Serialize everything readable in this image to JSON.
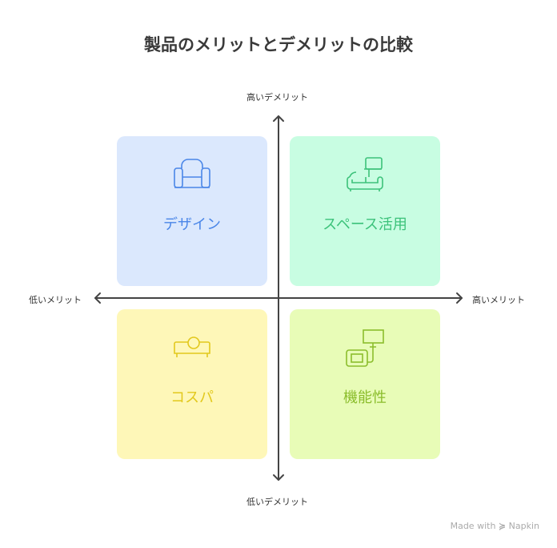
{
  "title": "製品のメリットとデメリットの比較",
  "axes": {
    "top": "高いデメリット",
    "bottom": "低いデメリット",
    "left": "低いメリット",
    "right": "高いメリット"
  },
  "quadrants": [
    {
      "label": "デザイン",
      "icon": "armchair-icon",
      "color": "#4a86e8",
      "bg": "#dbe8fd"
    },
    {
      "label": "スペース活用",
      "icon": "sofa-lamp-icon",
      "color": "#3cc27a",
      "bg": "#c8fde2"
    },
    {
      "label": "コスパ",
      "icon": "sofa-icon",
      "color": "#e2c81c",
      "bg": "#fef7b8"
    },
    {
      "label": "機能性",
      "icon": "monitor-device-icon",
      "color": "#8bbd2c",
      "bg": "#e8fcb7"
    }
  ],
  "footer": {
    "made_with": "Made with",
    "brand": "Napkin"
  }
}
